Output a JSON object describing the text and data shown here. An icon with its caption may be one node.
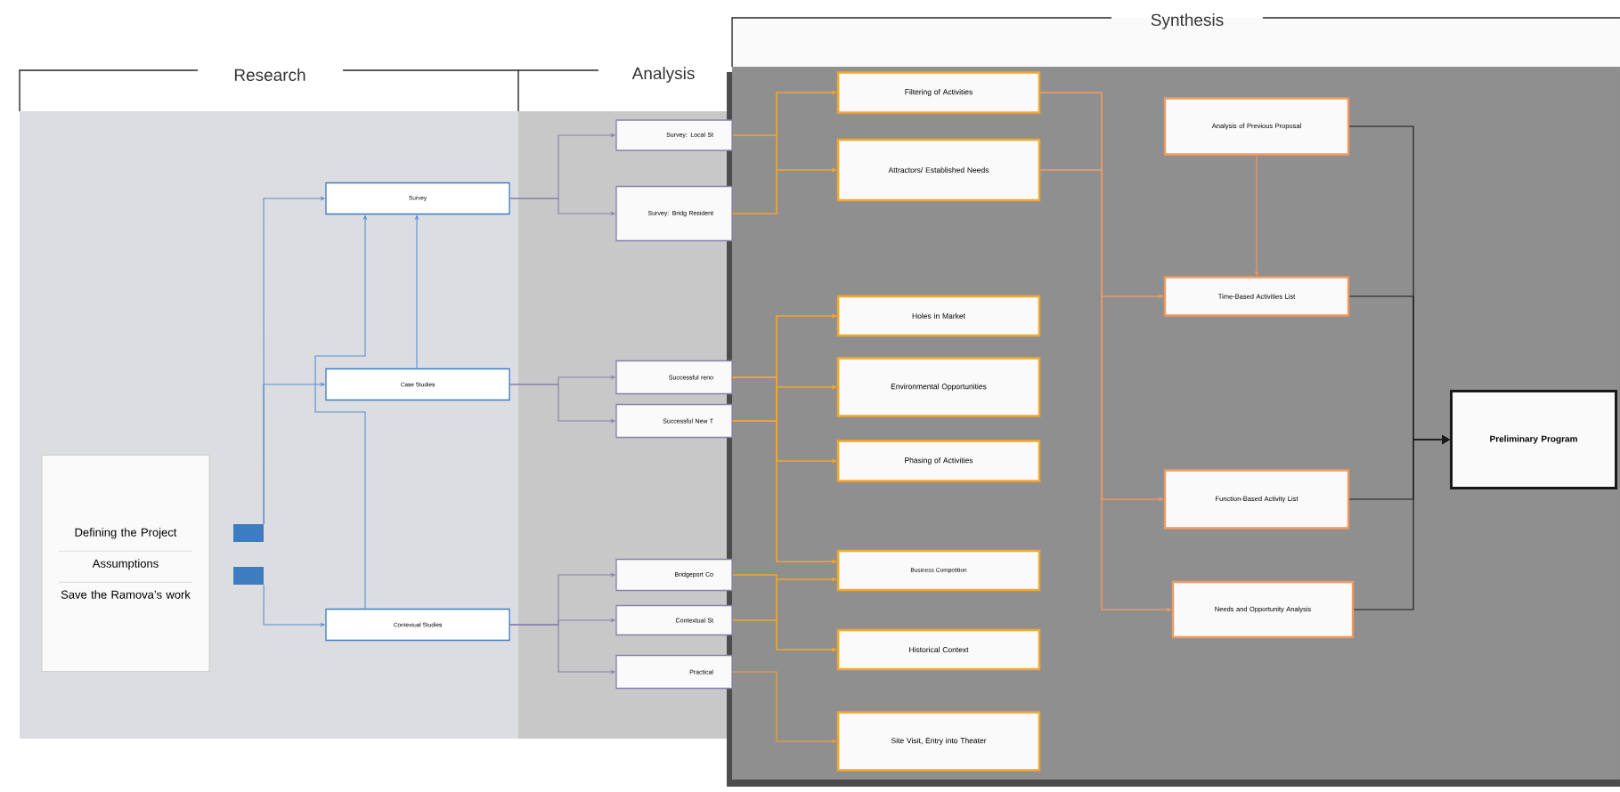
{
  "diagram": {
    "nodes": [
      {
        "text": [
          "Defining the Project",
          "Assumptions",
          "Save the Ramova’s work"
        ]
      },
      {
        "text": [],
        "shape": "box"
      },
      {
        "text": [],
        "shape": "box"
      },
      {
        "text": [
          "Survey"
        ]
      },
      {
        "text": [
          "Case Studies"
        ]
      },
      {
        "text": [
          "Contextual Studies"
        ]
      },
      {
        "text": [
          "Survey: Local St"
        ]
      },
      {
        "text": [
          "Survey: Bridg Resident"
        ]
      },
      {
        "text": [
          "Successful reno"
        ]
      },
      {
        "text": [
          "Successful New T"
        ]
      },
      {
        "text": [
          "Bridgeport Co"
        ]
      },
      {
        "text": [
          "Contextual St"
        ]
      },
      {
        "text": [
          "Practical"
        ]
      },
      {
        "text": [
          "Filtering of Activities"
        ]
      },
      {
        "text": [
          "Attractors/ Established Needs"
        ]
      },
      {
        "text": [
          "Holes in Market"
        ]
      },
      {
        "text": [
          "Environmental Opportunities"
        ]
      },
      {
        "text": [
          "Phasing of Activities"
        ]
      },
      {
        "text": [
          "Business Competition"
        ]
      },
      {
        "text": [
          "Historical Context"
        ]
      },
      {
        "text": [
          "Site Visit, Entry into Theater"
        ]
      },
      {
        "text": [
          "Analysis of Previous Proposal"
        ]
      },
      {
        "text": [
          "Time-Based Activities List"
        ]
      },
      {
        "text": [
          "Function-Based Activity List"
        ]
      },
      {
        "text": [
          "Needs and Opportunity Analysis"
        ]
      },
      {
        "text": [
          "Preliminary Program"
        ]
      }
    ],
    "edges": [
      {
        "from": 1,
        "to": 3,
        "arrow": "to",
        "color": "#5b8fd0"
      },
      {
        "from": 1,
        "to": 4,
        "arrow": "to",
        "color": "#5b8fd0"
      },
      {
        "from": 2,
        "to": 5,
        "arrow": "to",
        "color": "#5b8fd0"
      },
      {
        "from": 5,
        "to": 3,
        "arrow": "to",
        "color": "#5b8fd0"
      },
      {
        "from": 4,
        "to": 3,
        "arrow": "to",
        "color": "#5b8fd0"
      },
      {
        "from": 3,
        "to": 6,
        "arrow": "to",
        "color": "#8a7fa8"
      },
      {
        "from": 3,
        "to": 7,
        "arrow": "to",
        "color": "#8a7fa8"
      },
      {
        "from": 4,
        "to": 8,
        "arrow": "to",
        "color": "#8a7fa8"
      },
      {
        "from": 4,
        "to": 9,
        "arrow": "to",
        "color": "#8a7fa8"
      },
      {
        "from": 5,
        "to": 10,
        "arrow": "to",
        "color": "#8a7fa8"
      },
      {
        "from": 5,
        "to": 11,
        "arrow": "to",
        "color": "#8a7fa8"
      },
      {
        "from": 5,
        "to": 12,
        "arrow": "to",
        "color": "#8a7fa8"
      },
      {
        "from": 6,
        "to": 13,
        "arrow": "to"
      },
      {
        "from": 6,
        "to": 14,
        "arrow": "to"
      },
      {
        "from": 7,
        "to": 13,
        "arrow": "to"
      },
      {
        "from": 7,
        "to": 14,
        "arrow": "to"
      },
      {
        "from": 8,
        "to": 15,
        "arrow": "to"
      },
      {
        "from": 8,
        "to": 16,
        "arrow": "to"
      },
      {
        "from": 8,
        "to": 17,
        "arrow": "to"
      },
      {
        "from": 8,
        "to": 18,
        "arrow": "to"
      },
      {
        "from": 9,
        "to": 15,
        "arrow": "to"
      },
      {
        "from": 9,
        "to": 16,
        "arrow": "to"
      },
      {
        "from": 9,
        "to": 17,
        "arrow": "to"
      },
      {
        "from": 9,
        "to": 18,
        "arrow": "to"
      },
      {
        "from": 10,
        "to": 18,
        "arrow": "to"
      },
      {
        "from": 10,
        "to": 19,
        "arrow": "to"
      },
      {
        "from": 11,
        "to": 18,
        "arrow": "to"
      },
      {
        "from": 11,
        "to": 19,
        "arrow": "to"
      },
      {
        "from": 12,
        "to": 20,
        "arrow": "to"
      },
      {
        "from": 13,
        "to": 22,
        "arrow": "to",
        "color": "#e89a6a"
      },
      {
        "from": 13,
        "to": 23,
        "arrow": "to",
        "color": "#e89a6a"
      },
      {
        "from": 13,
        "to": 24,
        "arrow": "to",
        "color": "#e89a6a"
      },
      {
        "from": 14,
        "to": 22,
        "arrow": "to",
        "color": "#e89a6a"
      },
      {
        "from": 14,
        "to": 23,
        "arrow": "to",
        "color": "#e89a6a"
      },
      {
        "from": 14,
        "to": 24,
        "arrow": "to",
        "color": "#e89a6a"
      },
      {
        "from": 21,
        "to": 22,
        "arrow": "to",
        "color": "#e89a6a"
      },
      {
        "from": 21,
        "to": 25,
        "arrow": "to",
        "color": "#1a1a1a"
      },
      {
        "from": 22,
        "to": 25,
        "arrow": "to",
        "color": "#1a1a1a"
      },
      {
        "from": 23,
        "to": 25,
        "arrow": "to",
        "color": "#1a1a1a"
      },
      {
        "from": 24,
        "to": 25,
        "arrow": "to",
        "color": "#1a1a1a"
      }
    ],
    "labels": [
      "Synthesis",
      "Research",
      "Analysis"
    ]
  }
}
